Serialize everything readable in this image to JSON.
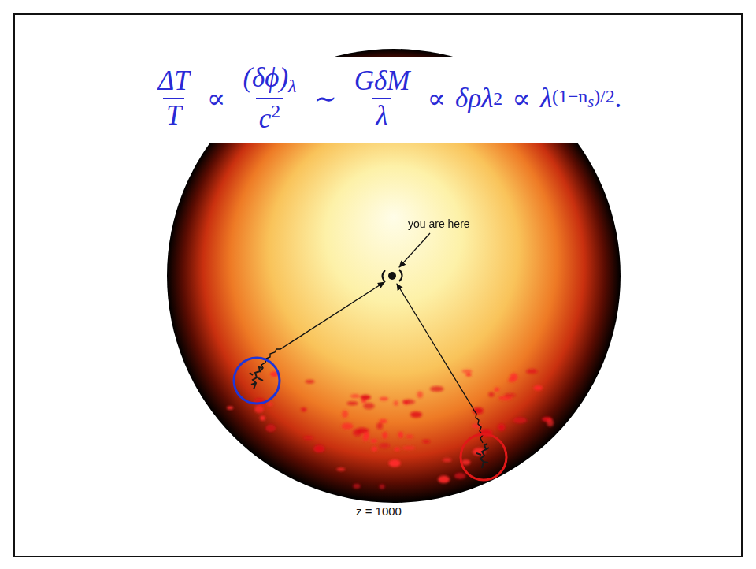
{
  "diagram": {
    "labels": [
      "ΔT",
      "T",
      "∝",
      "(δϕ)",
      "λ",
      "c",
      "2",
      "∼",
      "GδM",
      "λ",
      "∝",
      "δρλ",
      "2",
      "∝",
      "λ",
      "(1−n",
      "s",
      ")/2",
      ".",
      "you are here",
      "z = 1000"
    ]
  }
}
